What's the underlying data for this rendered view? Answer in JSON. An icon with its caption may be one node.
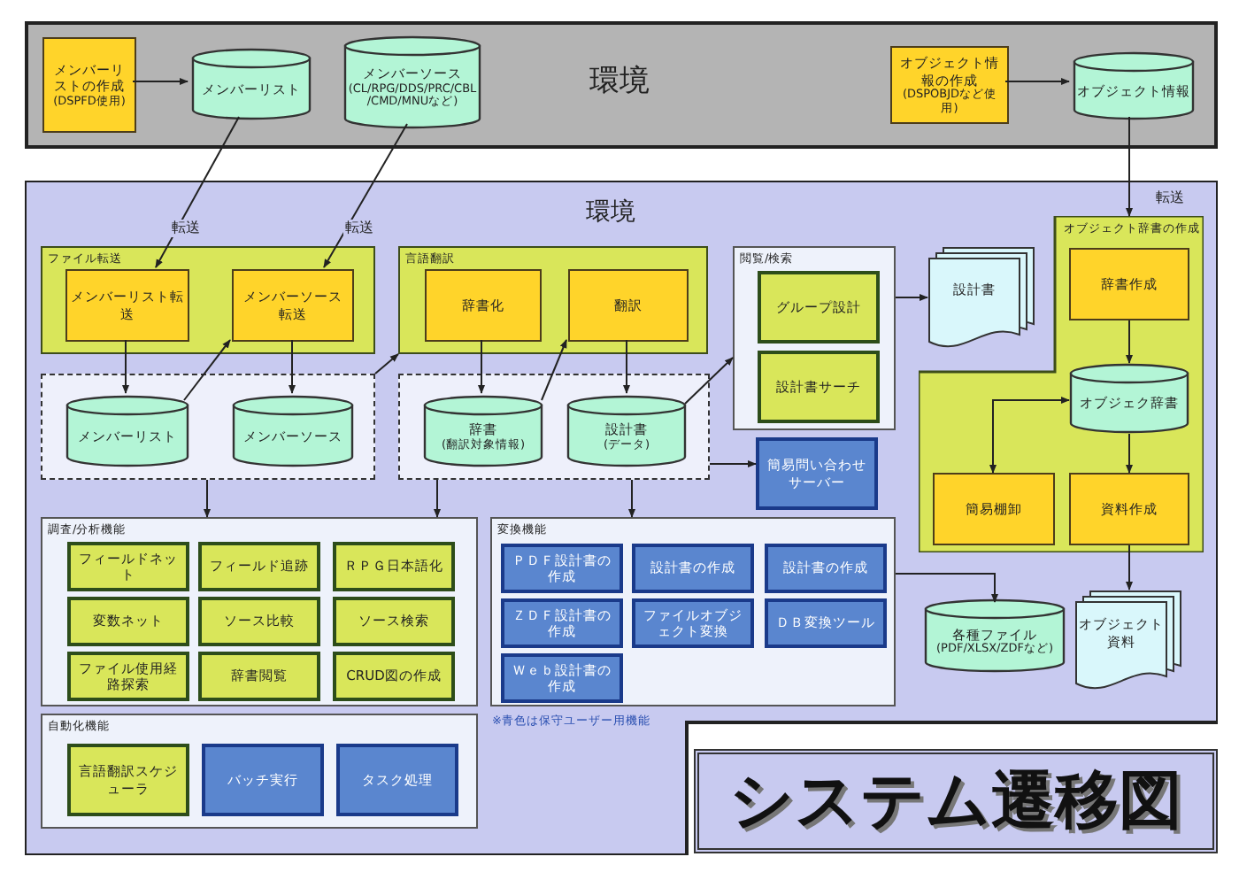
{
  "diagram": {
    "title": "システム遷移図",
    "nodes": [
      {
        "text": [
          "環境"
        ]
      },
      {
        "text": [
          "メンバーリストの作成",
          "(DSPFD使用)"
        ],
        "in": 0
      },
      {
        "text": [
          "メンバーリスト"
        ],
        "in": 0
      },
      {
        "text": [
          "メンバーソース",
          "(CL/RPG/DDS/PRC/CBL/CMD/MNUなど)"
        ],
        "in": 0
      },
      {
        "text": [
          "オブジェクト情報の作成",
          "(DSPOBJDなど使用)"
        ],
        "in": 0
      },
      {
        "text": [
          "オブジェクト情報"
        ],
        "in": 0
      },
      {
        "text": [
          "環境"
        ]
      },
      {
        "text": [
          "ファイル転送"
        ],
        "in": 6
      },
      {
        "text": [
          "メンバーリスト転送"
        ],
        "in": 7
      },
      {
        "text": [
          "メンバーソース転送"
        ],
        "in": 7
      },
      {
        "text": [],
        "shape": "box",
        "in": 6
      },
      {
        "text": [
          "メンバーリスト"
        ],
        "in": 10
      },
      {
        "text": [
          "メンバーソース"
        ],
        "in": 10
      },
      {
        "text": [
          "言語翻訳"
        ],
        "in": 6
      },
      {
        "text": [
          "辞書化"
        ],
        "in": 13
      },
      {
        "text": [
          "翻訳"
        ],
        "in": 13
      },
      {
        "text": [],
        "shape": "box",
        "in": 6
      },
      {
        "text": [
          "辞書",
          "(翻訳対象情報)"
        ],
        "in": 16
      },
      {
        "text": [
          "設計書",
          "(データ)"
        ],
        "in": 16
      },
      {
        "text": [
          "閲覧/検索"
        ],
        "in": 6
      },
      {
        "text": [
          "グループ設計"
        ],
        "in": 19
      },
      {
        "text": [
          "設計書サーチ"
        ],
        "in": 19
      },
      {
        "text": [
          "設計書"
        ],
        "in": 6
      },
      {
        "text": [
          "簡易問い合わせサーバー"
        ],
        "in": 6
      },
      {
        "text": [
          "オブジェクト辞書の作成"
        ],
        "in": 6
      },
      {
        "text": [
          "辞書作成"
        ],
        "in": 24
      },
      {
        "text": [
          "オブジェク辞書"
        ],
        "in": 24
      },
      {
        "text": [
          "簡易棚卸"
        ],
        "in": 24
      },
      {
        "text": [
          "資料作成"
        ],
        "in": 24
      },
      {
        "text": [
          "調査/分析機能"
        ],
        "in": 6
      },
      {
        "text": [
          "フィールドネット"
        ],
        "in": 29
      },
      {
        "text": [
          "フィールド追跡"
        ],
        "in": 29
      },
      {
        "text": [
          "ＲＰＧ日本語化"
        ],
        "in": 29
      },
      {
        "text": [
          "変数ネット"
        ],
        "in": 29
      },
      {
        "text": [
          "ソース比較"
        ],
        "in": 29
      },
      {
        "text": [
          "ソース検索"
        ],
        "in": 29
      },
      {
        "text": [
          "ファイル使用経路探索"
        ],
        "in": 29
      },
      {
        "text": [
          "辞書閲覧"
        ],
        "in": 29
      },
      {
        "text": [
          "CRUD図の作成"
        ],
        "in": 29
      },
      {
        "text": [
          "自動化機能"
        ],
        "in": 6
      },
      {
        "text": [
          "言語翻訳スケジューラ"
        ],
        "in": 39
      },
      {
        "text": [
          "バッチ実行"
        ],
        "in": 39
      },
      {
        "text": [
          "タスク処理"
        ],
        "in": 39
      },
      {
        "text": [
          "変換機能"
        ],
        "in": 6
      },
      {
        "text": [
          "ＰＤＦ設計書の作成"
        ],
        "in": 43
      },
      {
        "text": [
          "設計書の作成"
        ],
        "in": 43
      },
      {
        "text": [
          "設計書の作成"
        ],
        "in": 43
      },
      {
        "text": [
          "ＺＤＦ設計書の作成"
        ],
        "in": 43
      },
      {
        "text": [
          "ファイルオブジェクト変換"
        ],
        "in": 43
      },
      {
        "text": [
          "ＤＢ変換ツール"
        ],
        "in": 43
      },
      {
        "text": [
          "Ｗｅｂ設計書の作成"
        ],
        "in": 43
      },
      {
        "text": [
          "各種ファイル",
          "(PDF/XLSX/ZDFなど)"
        ],
        "in": 6
      },
      {
        "text": [
          "オブジェクト資料"
        ],
        "in": 6
      }
    ],
    "edges": [
      {
        "from": 1,
        "to": 2,
        "arrow": "to"
      },
      {
        "from": 4,
        "to": 5,
        "arrow": "to"
      },
      {
        "from": 2,
        "to": 8,
        "arrow": "to",
        "label": "転送"
      },
      {
        "from": 3,
        "to": 9,
        "arrow": "to",
        "label": "転送"
      },
      {
        "from": 5,
        "to": 24,
        "arrow": "to",
        "label": "転送"
      },
      {
        "from": 8,
        "to": 11,
        "arrow": "to"
      },
      {
        "from": 9,
        "to": 12,
        "arrow": "to"
      },
      {
        "from": 11,
        "to": 9,
        "arrow": "to"
      },
      {
        "from": 10,
        "to": 13,
        "arrow": "to"
      },
      {
        "from": 14,
        "to": 17,
        "arrow": "to"
      },
      {
        "from": 17,
        "to": 15,
        "arrow": "to"
      },
      {
        "from": 15,
        "to": 18,
        "arrow": "to"
      },
      {
        "from": 18,
        "to": 19,
        "arrow": "to"
      },
      {
        "from": 19,
        "to": 22,
        "arrow": "to"
      },
      {
        "from": 16,
        "to": 23,
        "arrow": "to"
      },
      {
        "from": 10,
        "to": 29,
        "arrow": "to"
      },
      {
        "from": 16,
        "to": 29,
        "arrow": "to"
      },
      {
        "from": 16,
        "to": 43,
        "arrow": "to"
      },
      {
        "from": 25,
        "to": 26,
        "arrow": "to"
      },
      {
        "from": 26,
        "to": 27,
        "arrow": "both"
      },
      {
        "from": 26,
        "to": 28,
        "arrow": "to"
      },
      {
        "from": 43,
        "to": 51,
        "arrow": "to"
      },
      {
        "from": 28,
        "to": 52,
        "arrow": "to"
      }
    ],
    "labels": [
      "※青色は保守ユーザー用機能"
    ]
  }
}
